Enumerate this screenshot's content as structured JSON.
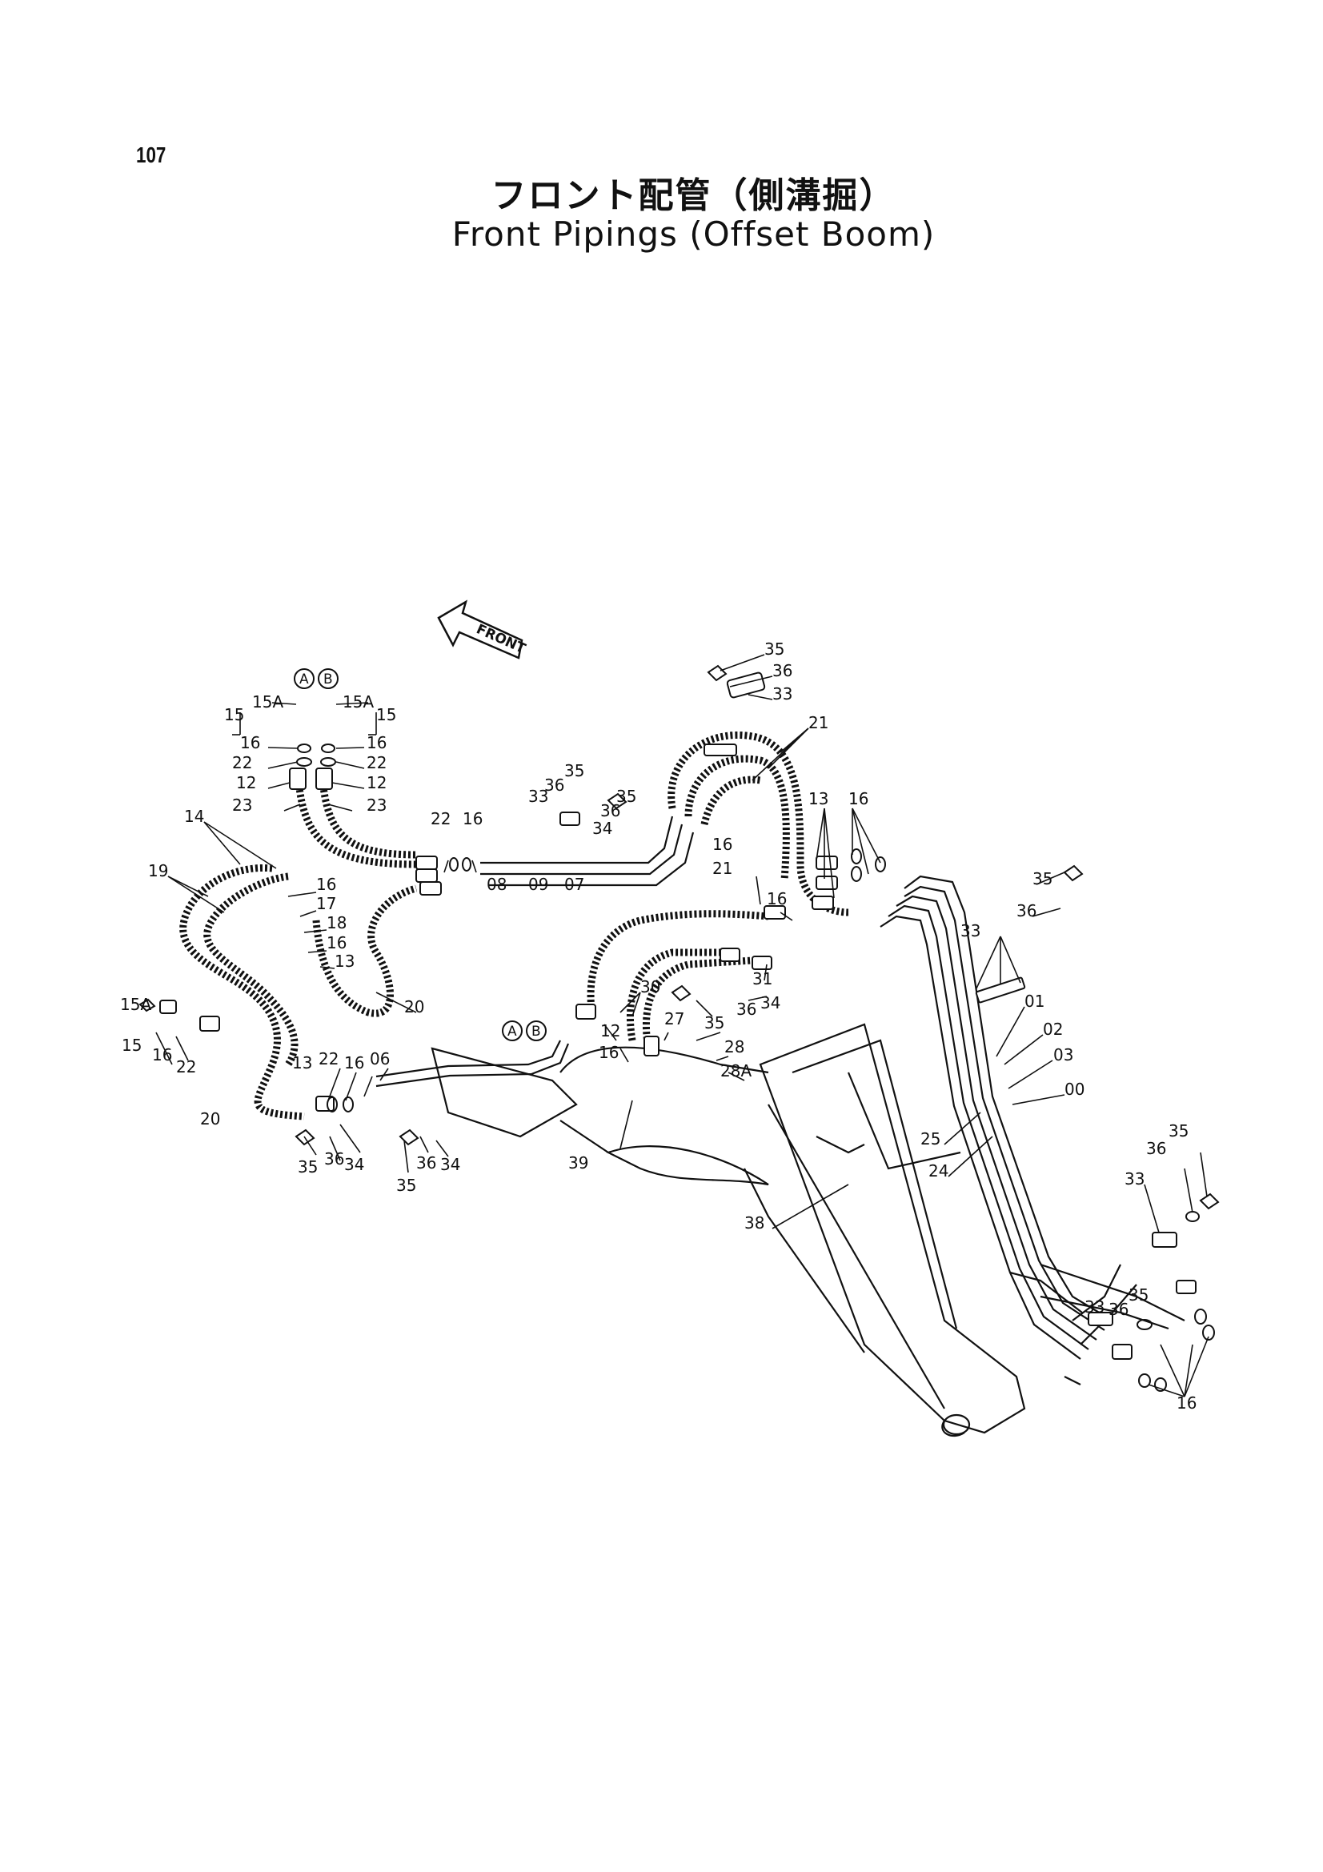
{
  "page_number": "107",
  "title_jp": "フロント配管（側溝掘）",
  "title_en": "Front Pipings (Offset Boom)",
  "front_arrow_label": "FRONT",
  "circle_markers": [
    "A",
    "B"
  ],
  "callouts": [
    "35",
    "36",
    "33",
    "21",
    "15A",
    "15A",
    "15",
    "15",
    "16",
    "16",
    "22",
    "22",
    "12",
    "12",
    "23",
    "23",
    "35",
    "36",
    "33",
    "35",
    "36",
    "34",
    "22",
    "16",
    "16",
    "13",
    "16",
    "14",
    "19",
    "16",
    "17",
    "18",
    "16",
    "13",
    "08",
    "09",
    "07",
    "21",
    "16",
    "31",
    "34",
    "30",
    "36",
    "12",
    "16",
    "27",
    "35",
    "28",
    "28A",
    "20",
    "15A",
    "15",
    "16",
    "22",
    "13",
    "22",
    "16",
    "06",
    "20",
    "35",
    "36",
    "34",
    "35",
    "36",
    "34",
    "39",
    "35",
    "36",
    "33",
    "01",
    "02",
    "03",
    "00",
    "25",
    "24",
    "38",
    "35",
    "36",
    "33",
    "33",
    "36",
    "35",
    "16"
  ]
}
